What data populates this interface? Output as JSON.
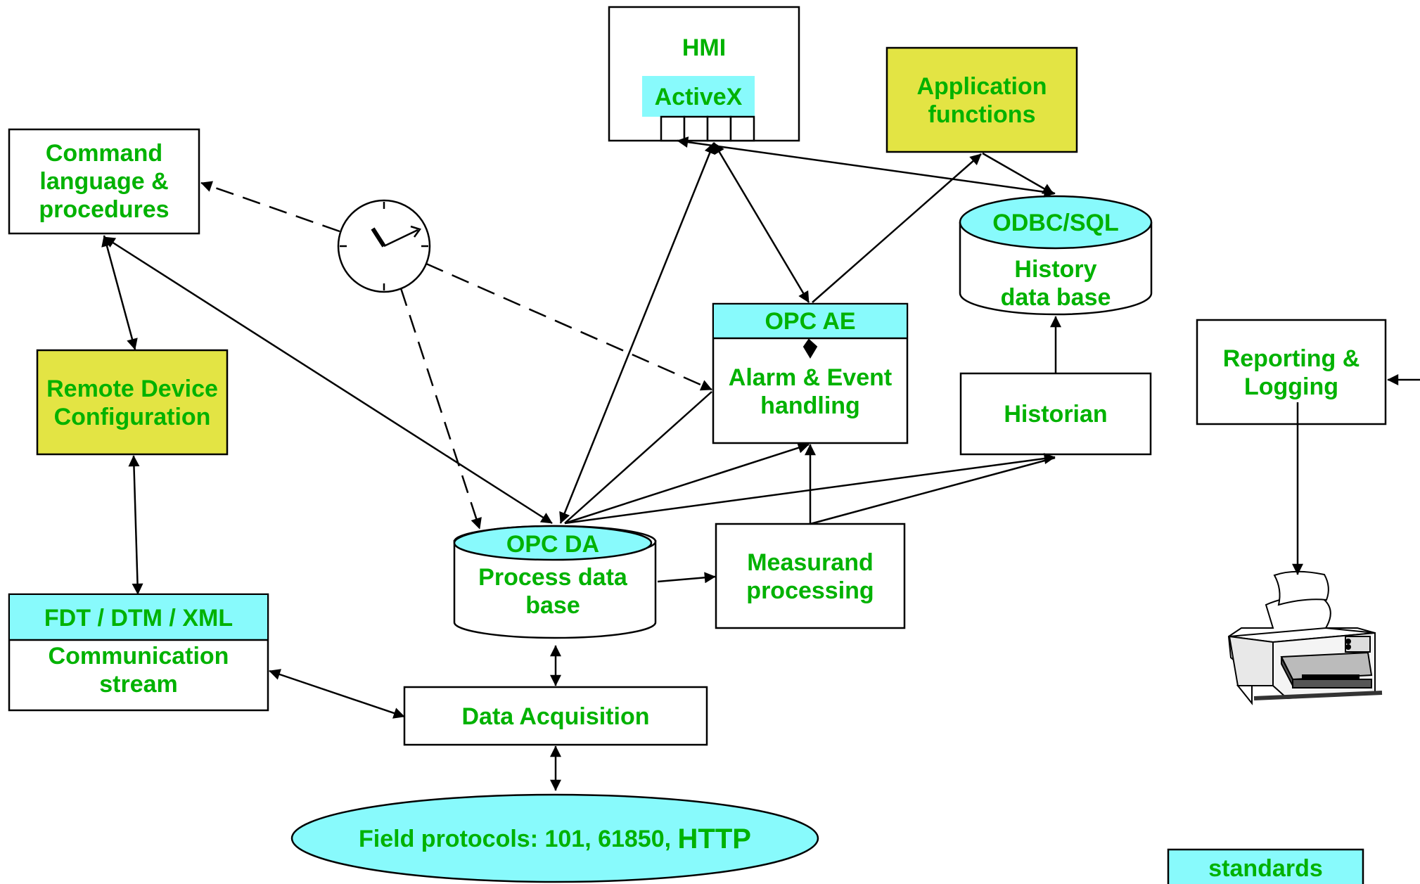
{
  "colors": {
    "text_green": "#00b200",
    "cyan": "#88fafc",
    "yellow": "#e3e444",
    "line": "#000000"
  },
  "nodes": {
    "hmi": "HMI",
    "activex": "ActiveX",
    "application": "Application\nfunctions",
    "command": "Command\nlanguage &\nprocedures",
    "remote": "Remote Device\nConfiguration",
    "fdt_header": "FDT / DTM / XML",
    "fdt_body": "Communication\nstream",
    "opcda_header": "OPC DA",
    "opcda_body": "Process data\nbase",
    "measurand": "Measurand\nprocessing",
    "opcae_header": "OPC AE",
    "opcae_body": "Alarm & Event\nhandling",
    "odbc_header": "ODBC/SQL",
    "odbc_body": "History\ndata base",
    "historian": "Historian",
    "reporting": "Reporting &\nLogging",
    "data_acq": "Data Acquisition",
    "field_prefix": "Field protocols: 101, 61850,",
    "field_http": "HTTP",
    "standards": "standards"
  },
  "icons": [
    "clock-icon",
    "printer-icon"
  ]
}
